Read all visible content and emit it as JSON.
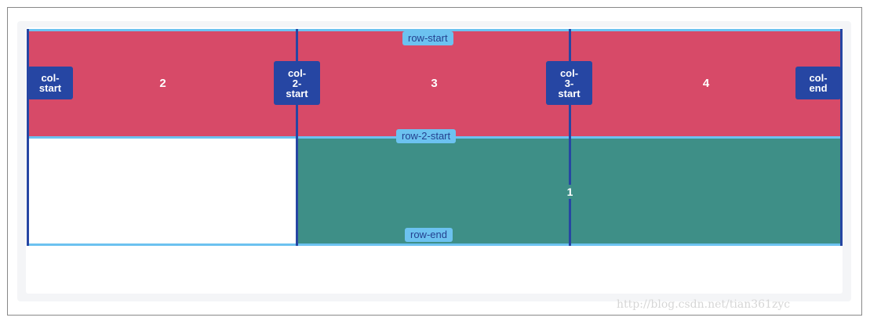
{
  "cells": {
    "item_2": "2",
    "item_3": "3",
    "item_4": "4",
    "item_1": "1"
  },
  "col_labels": {
    "col_start": "col-\nstart",
    "col_2_start": "col-\n2-\nstart",
    "col_3_start": "col-\n3-\nstart",
    "col_end": "col-\nend"
  },
  "row_labels": {
    "row_start": "row-start",
    "row_2_start": "row-2-start",
    "row_end": "row-end"
  },
  "watermark": "http://blog.csdn.net/tian361zyc",
  "colors": {
    "red_item": "#d74a68",
    "teal_item": "#3e8f87",
    "col_line": "#2646a3",
    "row_line": "#6cc2f0"
  }
}
